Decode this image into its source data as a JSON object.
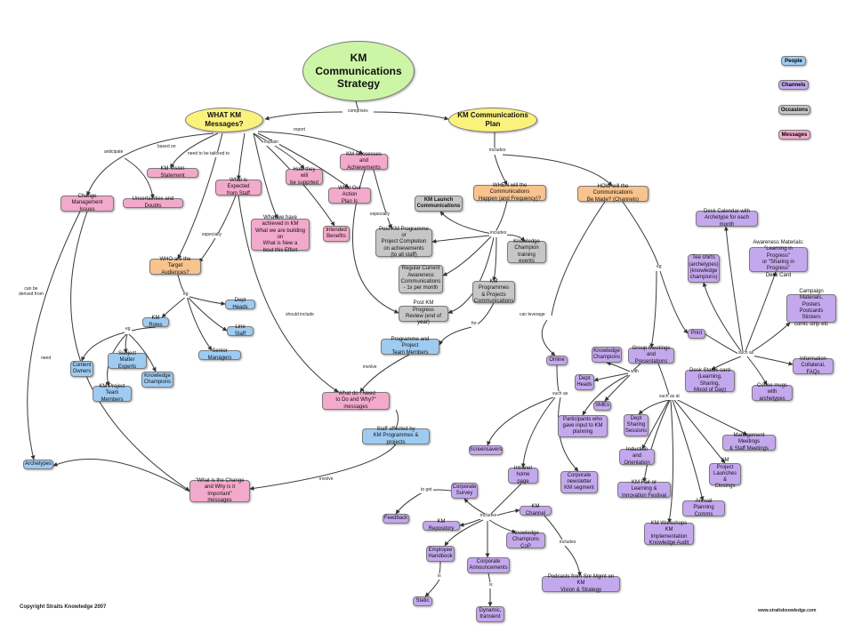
{
  "title": "KM Communications\nStrategy",
  "legend": {
    "people": "People",
    "channels": "Channels",
    "occasions": "Occasions",
    "messages": "Messages"
  },
  "colors": {
    "people": "#9ecbf2",
    "channels": "#c4a8ee",
    "occasions": "#c6c6c6",
    "messages": "#f3a9cb",
    "question": "#f8c38c",
    "branch": "#fbf27e",
    "root": "#cdf5a6"
  },
  "nodes": {
    "what_messages": "WHAT KM Messages?",
    "comms_plan": "KM Communications Plan",
    "change_mgmt": "Change Management\nIssues",
    "vision_statement": "KM Vision Statement",
    "uncertainties": "Uncertainties and Doubts",
    "expected_from_staff": "What is Expected\nfrom Staff",
    "how_supported": "How they will\nbe supprted",
    "action_plan": "What Our Action\nPlan Is",
    "successes": "KM Successes and\nAchievements",
    "achieved": "What we have\nachieved in KM\nWhat we are building on\nWhat is New a\nbout this Effort",
    "intended_benefits": "Intended\nBenefits",
    "who_audiences": "WHO are the Target\nAudiences?",
    "dept_heads": "Dept Heads",
    "line_staff": "Line Staff",
    "senior_managers": "Senior Managers",
    "km_roles": "KM Roles",
    "content_owners": "Content\nOwners",
    "sme_experts": "Subject Matter\nExperts",
    "km_champions_role": "Knowledge\nChampions",
    "km_project_members": "KM Project\nTeam Members",
    "archetypes": "Archetypes",
    "what_need_do": "\"What do I Need\nto Do and Why?\" messages",
    "what_is_change": "\"What is the Change\nand Why is it Important\"\nmessages",
    "when_comms": "WHEN will the Communications\nHappen (and Frequency)?",
    "how_comms": "HOW will the Communications\nBe Made? (Channels)",
    "km_launch": "KM Launch\nCommunications",
    "post_programme": "Post KM Programme or\nProject Completion\non achievements\n(to all staff)",
    "champion_training": "Knowledge\nChampion\ntraining events",
    "regular_current": "Regular Current\nAwareness\nCommunications\n- 1x per month",
    "progress_review": "Post KM Progress\nReview (end of year)",
    "km_programmes": "KM Programmes\n& Projects\nCommunications",
    "prog_project_members": "Programme and Project\nTeam Members",
    "staff_affected": "Staff affected by\nKM Programmes & projects",
    "online": "Online",
    "knowledge_champions": "Knowledge\nChampions",
    "group_meetings": "Group Meetings\nand Presentations",
    "print": "Print",
    "dept_heads_ch": "Dept\nHeads",
    "smes": "SMEs",
    "participants": "Participants who\ngave input to KM\nplanning",
    "dept_sharing": "Dept\nSharing\nSessions",
    "induction": "Induction and\nOrientation",
    "km_fair": "KM Fair or Learning &\nInnovation Festival",
    "annual_planning": "Annual Planning\nComms",
    "km_workshops": "KM Workshops\nKM Implementation\nKnowledge Audit",
    "mgmt_meetings": "Management Meetings\n& Staff Meetings",
    "km_project_launches": "KM Project\nLaunches &\nClosings",
    "desk_calendar": "Desk Calendar with\nArchetype for each month",
    "tee_shirts": "Tee shirts\n(archetypes)\n(knowledge\nchampions)",
    "awareness_materials": "Awareness Materials:\n\"Learning in Progress\"\nor \"Sharing in Progress\"\nDesk Card",
    "campaign_materials": "Campaign Materials,\nPosters\nPostcards Stickers\ncomic strip etc",
    "info_collateral": "Information\nCollateral, FAQs",
    "desk_status": "Desk Status card\n(Learning, Sharing,\nMood of Day)",
    "coffee_mugs": "Coffee mugs\nwith archetypes",
    "screensavers": "Screensavers",
    "intranet": "Intranet\nhome page",
    "corp_newsletter": "Corporate\nnewsletter\nKM segment",
    "corp_survey": "Corporate\nSurvey",
    "feedback": "Feedback",
    "km_repository": "KM Repository",
    "km_channel": "KM Channel",
    "champions_cop": "Knowledge\nChampions CoP",
    "employee_handbook": "Employee\nHandbook",
    "corp_announcements": "Corporate\nAnnouncements",
    "podcasts": "Podcasts from Snr Mgmt on KM\nVision & Strategy",
    "static": "Static",
    "dynamic": "Dynamic,\ntransient"
  },
  "labels": {
    "comprises": "comprises",
    "report": "report",
    "anticipate": "anticipate",
    "based_on": "based on",
    "tailored": "need to be tailored to",
    "explain": "explain",
    "includes_plan": "includes",
    "especially_1": "especially",
    "especially_2": "especially",
    "includes_when": "includes",
    "eg_who": "eg",
    "eg_roles": "eg",
    "can_be_derived": "can be\nderived from",
    "need": "need",
    "should_include": "should include",
    "for": "for",
    "involve_1": "involve",
    "involve_2": "involve",
    "can_leverage": "can leverage",
    "eg_how": "eg",
    "with": "with",
    "such_as_at": "such as at",
    "such_as_print": "such as",
    "such_as_online": "such as",
    "to_get": "to get",
    "includes_intranet": "includes",
    "includes_channel": "includes",
    "is_1": "is",
    "is_2": "is"
  },
  "footer": {
    "copyright": "Copyright Straits Knowledge 2007",
    "website": "www.straitsknowledge.com"
  }
}
